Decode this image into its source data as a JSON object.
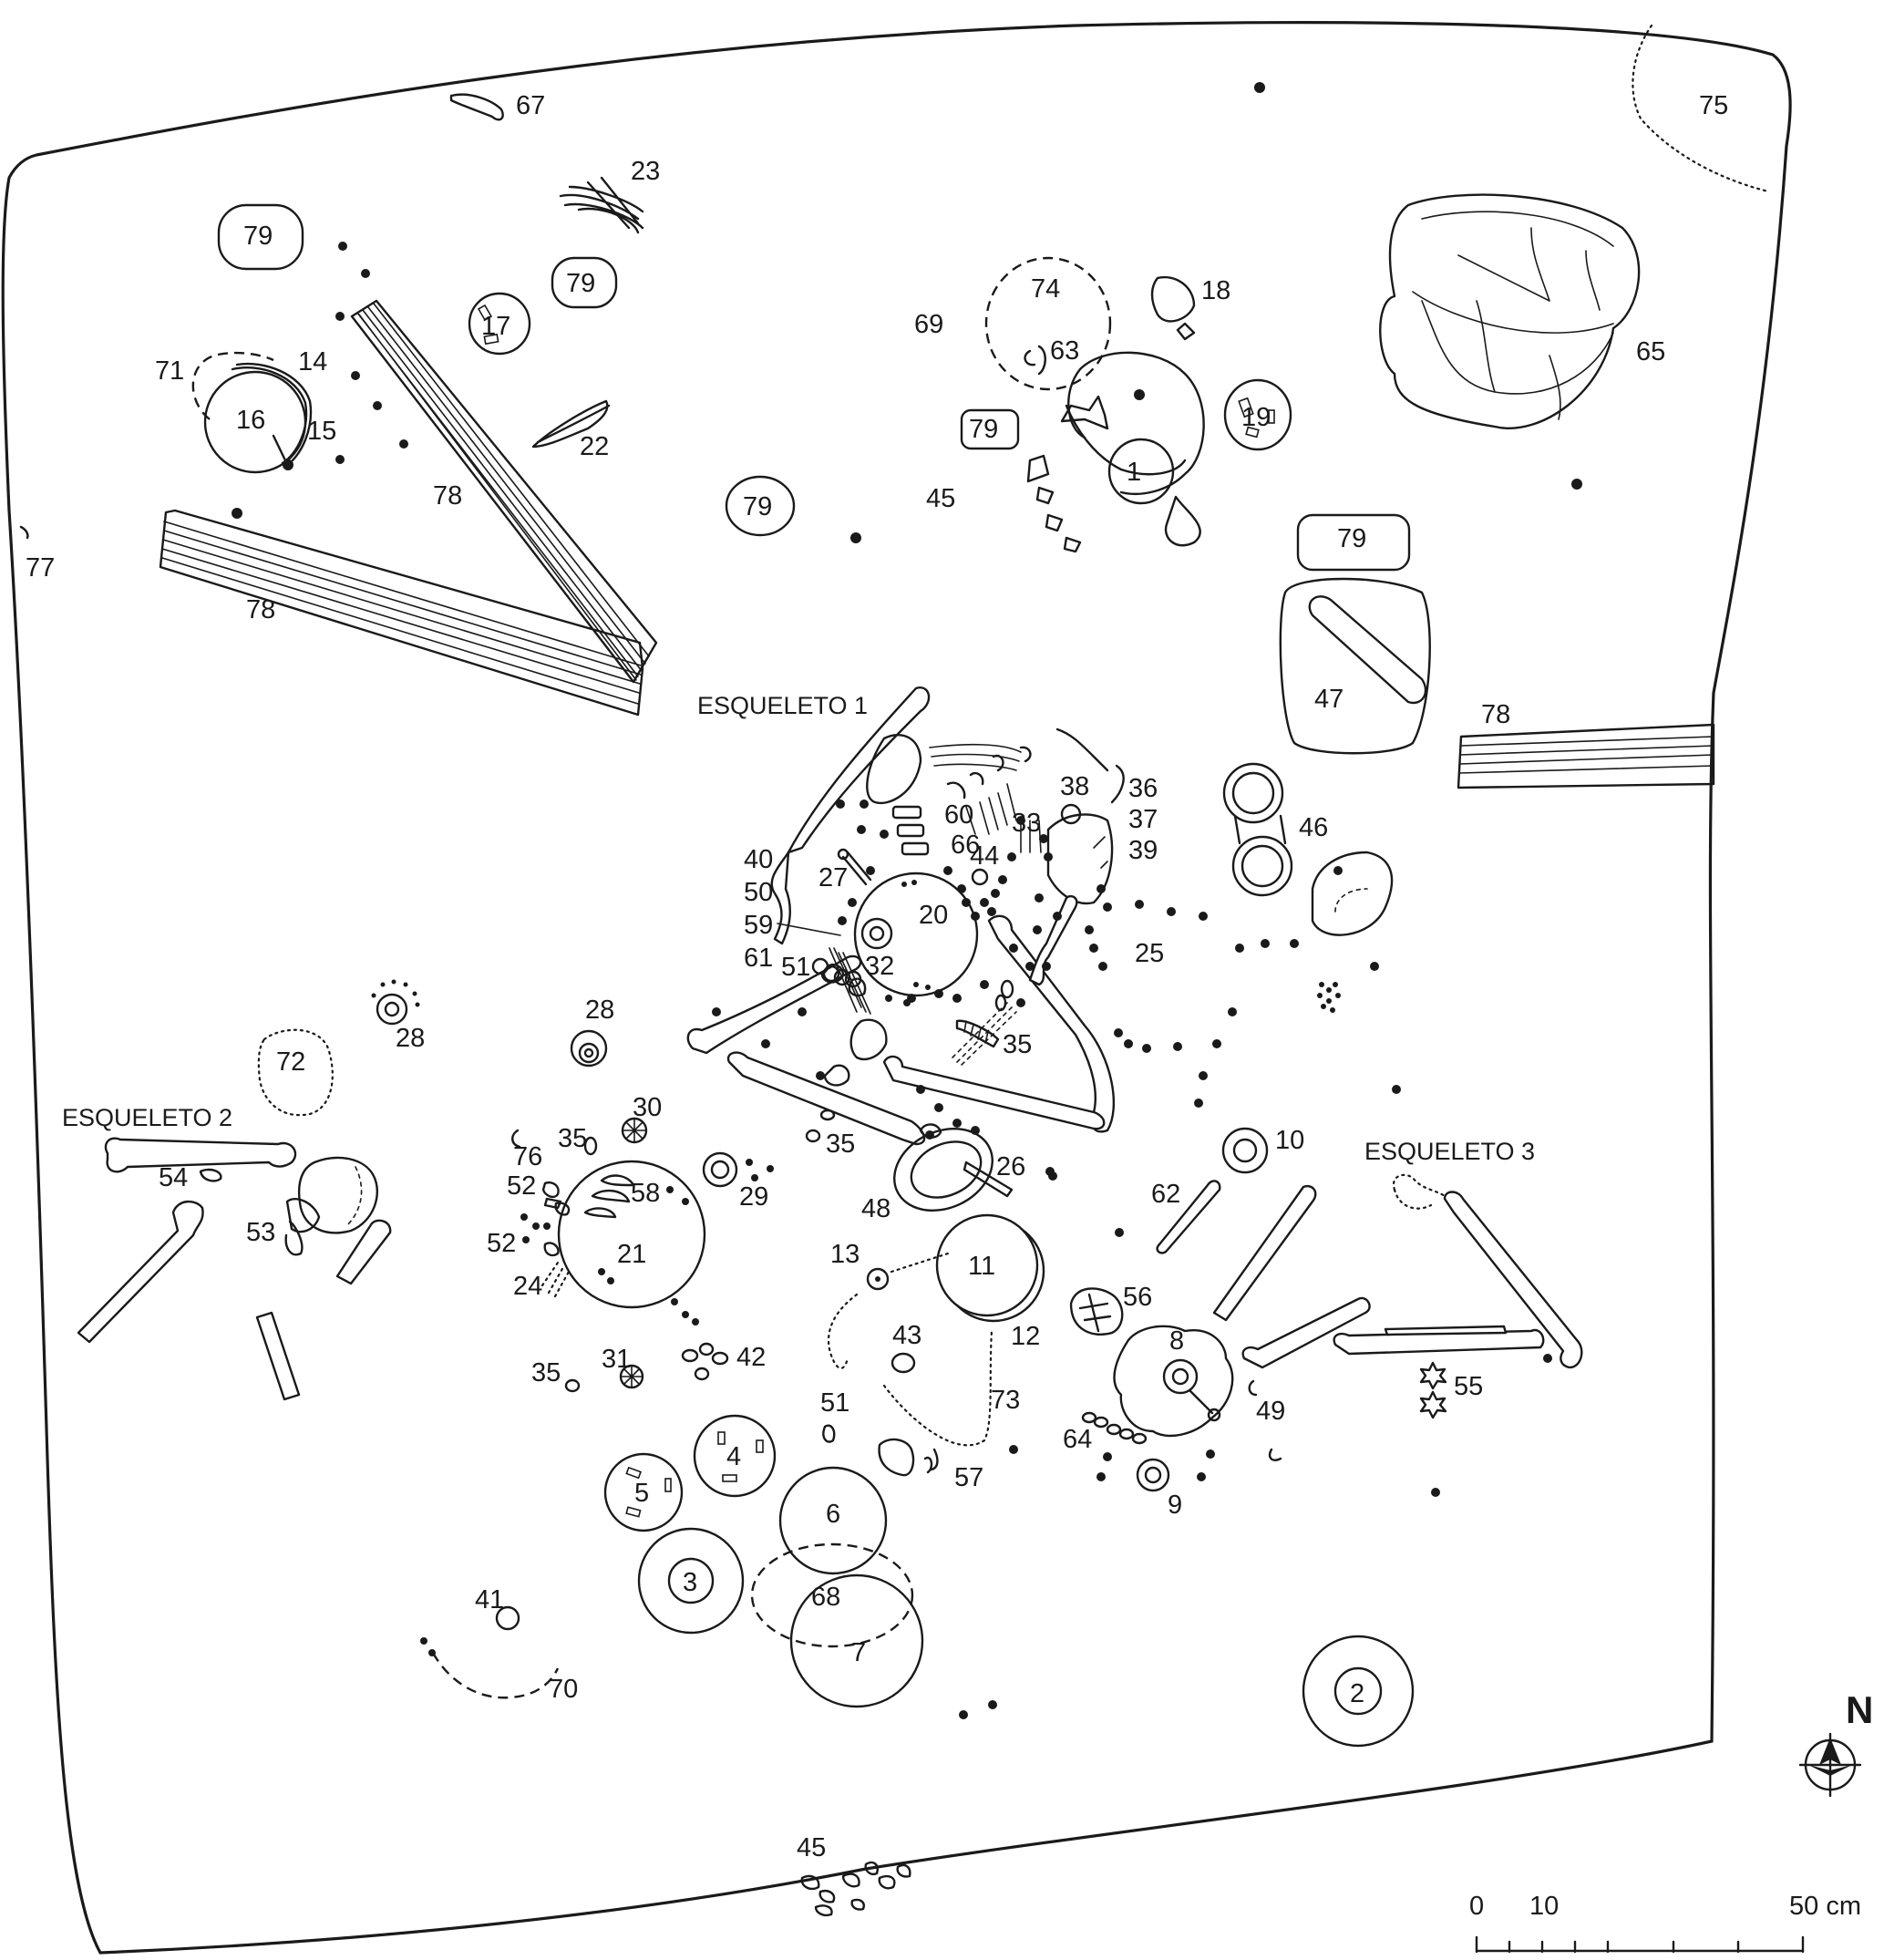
{
  "skeletons": {
    "esqueleto_1": "ESQUELETO 1",
    "esqueleto_2": "ESQUELETO 2",
    "esqueleto_3": "ESQUELETO 3"
  },
  "labels": {
    "l1": "1",
    "l2": "2",
    "l3": "3",
    "l4": "4",
    "l5": "5",
    "l6": "6",
    "l7": "7",
    "l8": "8",
    "l9": "9",
    "l10": "10",
    "l11": "11",
    "l12": "12",
    "l13": "13",
    "l14": "14",
    "l15": "15",
    "l16": "16",
    "l17": "17",
    "l18": "18",
    "l19": "19",
    "l20": "20",
    "l21": "21",
    "l22": "22",
    "l23": "23",
    "l24": "24",
    "l25": "25",
    "l26": "26",
    "l27": "27",
    "l28": "28",
    "l29": "29",
    "l30": "30",
    "l31": "31",
    "l32": "32",
    "l33": "33",
    "l35": "35",
    "l36": "36",
    "l37": "37",
    "l38": "38",
    "l39": "39",
    "l40": "40",
    "l41": "41",
    "l42": "42",
    "l43": "43",
    "l44": "44",
    "l45": "45",
    "l46": "46",
    "l47": "47",
    "l48": "48",
    "l49": "49",
    "l50": "50",
    "l51": "51",
    "l52": "52",
    "l53": "53",
    "l54": "54",
    "l55": "55",
    "l56": "56",
    "l57": "57",
    "l58": "58",
    "l59": "59",
    "l60": "60",
    "l61": "61",
    "l62": "62",
    "l63": "63",
    "l64": "64",
    "l65": "65",
    "l66": "66",
    "l67": "67",
    "l68": "68",
    "l69": "69",
    "l70": "70",
    "l71": "71",
    "l72": "72",
    "l73": "73",
    "l74": "74",
    "l75": "75",
    "l76": "76",
    "l77": "77",
    "l78": "78",
    "l79": "79"
  },
  "north": "N",
  "scale": {
    "zero": "0",
    "ten": "10",
    "fifty": "50 cm"
  }
}
